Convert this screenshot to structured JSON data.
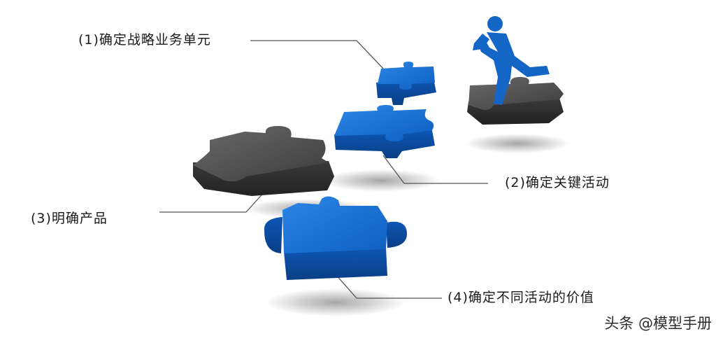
{
  "labels": {
    "step1": "(1)确定战略业务单元",
    "step2": "(2)确定关键活动",
    "step3": "(3)明确产品",
    "step4": "(4)确定不同活动的价值"
  },
  "watermark": "头条 @模型手册",
  "icons": {
    "runner": "running-person-icon",
    "pieces": [
      "puzzle-piece-blue-small",
      "puzzle-piece-blue-mid",
      "puzzle-piece-gray-large",
      "puzzle-piece-blue-large",
      "puzzle-piece-gray-small"
    ]
  },
  "colors": {
    "blue": "#1565c8",
    "blue_dark": "#0b4a9a",
    "gray": "#4a4a4a",
    "gray_dark": "#2b2b2b",
    "runner": "#1466c6",
    "line": "#555555"
  }
}
